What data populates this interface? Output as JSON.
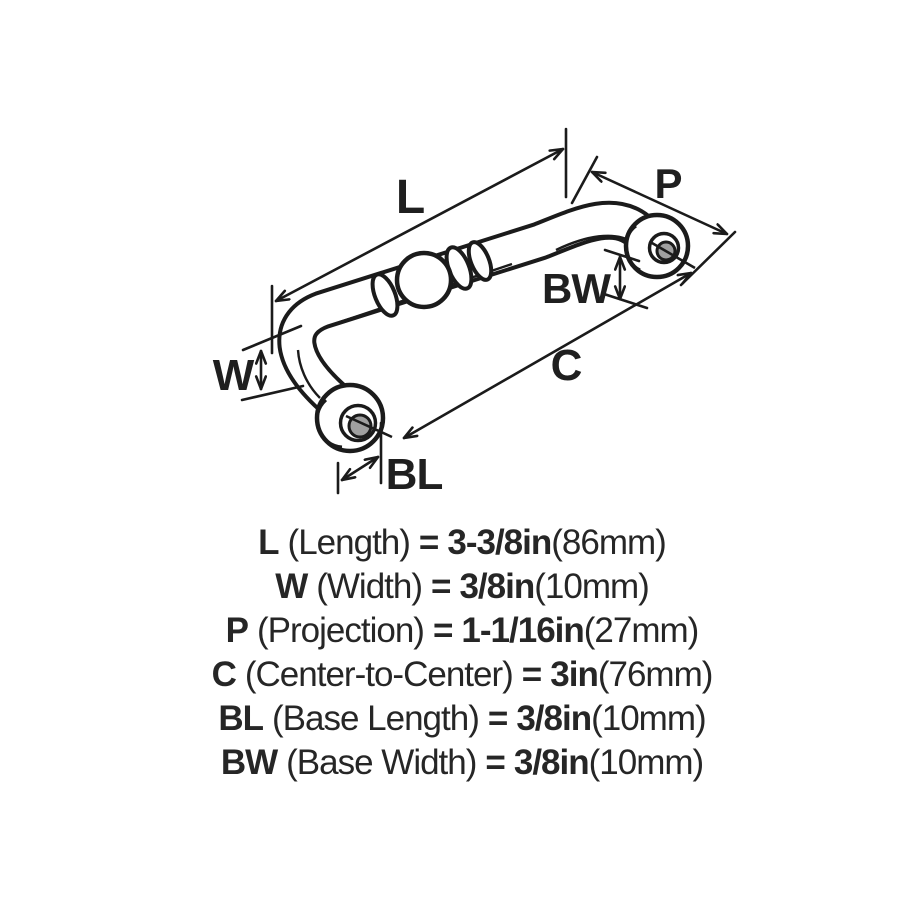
{
  "diagram": {
    "labels": {
      "L": "L",
      "P": "P",
      "BW": "BW",
      "W": "W",
      "C": "C",
      "BL": "BL"
    }
  },
  "legend": {
    "rows": [
      {
        "symbol": "L",
        "name": "(Length)",
        "equals": "=",
        "inch": "3-3/8in",
        "metric": "(86mm)"
      },
      {
        "symbol": "W",
        "name": "(Width)",
        "equals": "=",
        "inch": "3/8in",
        "metric": "(10mm)"
      },
      {
        "symbol": "P",
        "name": "(Projection)",
        "equals": "=",
        "inch": "1-1/16in",
        "metric": "(27mm)"
      },
      {
        "symbol": "C",
        "name": "(Center-to-Center)",
        "equals": "=",
        "inch": "3in",
        "metric": "(76mm)"
      },
      {
        "symbol": "BL",
        "name": "(Base Length)",
        "equals": "=",
        "inch": "3/8in",
        "metric": "(10mm)"
      },
      {
        "symbol": "BW",
        "name": "(Base Width)",
        "equals": "=",
        "inch": "3/8in",
        "metric": "(10mm)"
      }
    ]
  },
  "colors": {
    "line": "#1b1b1b",
    "text": "#262626",
    "hole_fill": "#a0a0a0"
  }
}
